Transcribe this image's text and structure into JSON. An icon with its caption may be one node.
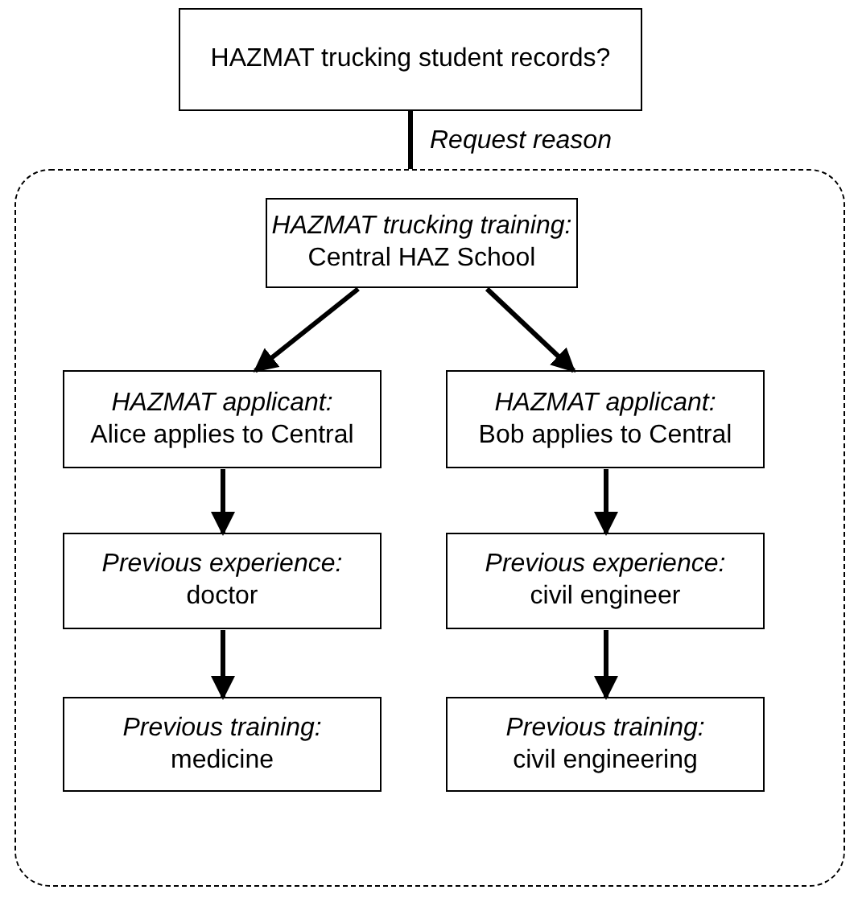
{
  "diagram": {
    "nodes": [
      {
        "text": [
          "HAZMAT trucking student records?"
        ]
      },
      {
        "text": [],
        "shape": "box"
      },
      {
        "text": [
          "HAZMAT trucking training:",
          "Central HAZ School"
        ],
        "in": 1
      },
      {
        "text": [
          "HAZMAT applicant:",
          "Alice applies to Central"
        ],
        "in": 1
      },
      {
        "text": [
          "HAZMAT applicant:",
          "Bob applies to Central"
        ],
        "in": 1
      },
      {
        "text": [
          "Previous experience:",
          "doctor"
        ],
        "in": 1
      },
      {
        "text": [
          "Previous experience:",
          "civil engineer"
        ],
        "in": 1
      },
      {
        "text": [
          "Previous training:",
          "medicine"
        ],
        "in": 1
      },
      {
        "text": [
          "Previous training:",
          "civil engineering"
        ],
        "in": 1
      }
    ],
    "edges": [
      {
        "from": 0,
        "to": 1,
        "arrow": "none",
        "label": "Request reason"
      },
      {
        "from": 2,
        "to": 3,
        "arrow": "to"
      },
      {
        "from": 2,
        "to": 4,
        "arrow": "to"
      },
      {
        "from": 3,
        "to": 5,
        "arrow": "to"
      },
      {
        "from": 4,
        "to": 6,
        "arrow": "to"
      },
      {
        "from": 5,
        "to": 7,
        "arrow": "to"
      },
      {
        "from": 6,
        "to": 8,
        "arrow": "to"
      }
    ]
  }
}
